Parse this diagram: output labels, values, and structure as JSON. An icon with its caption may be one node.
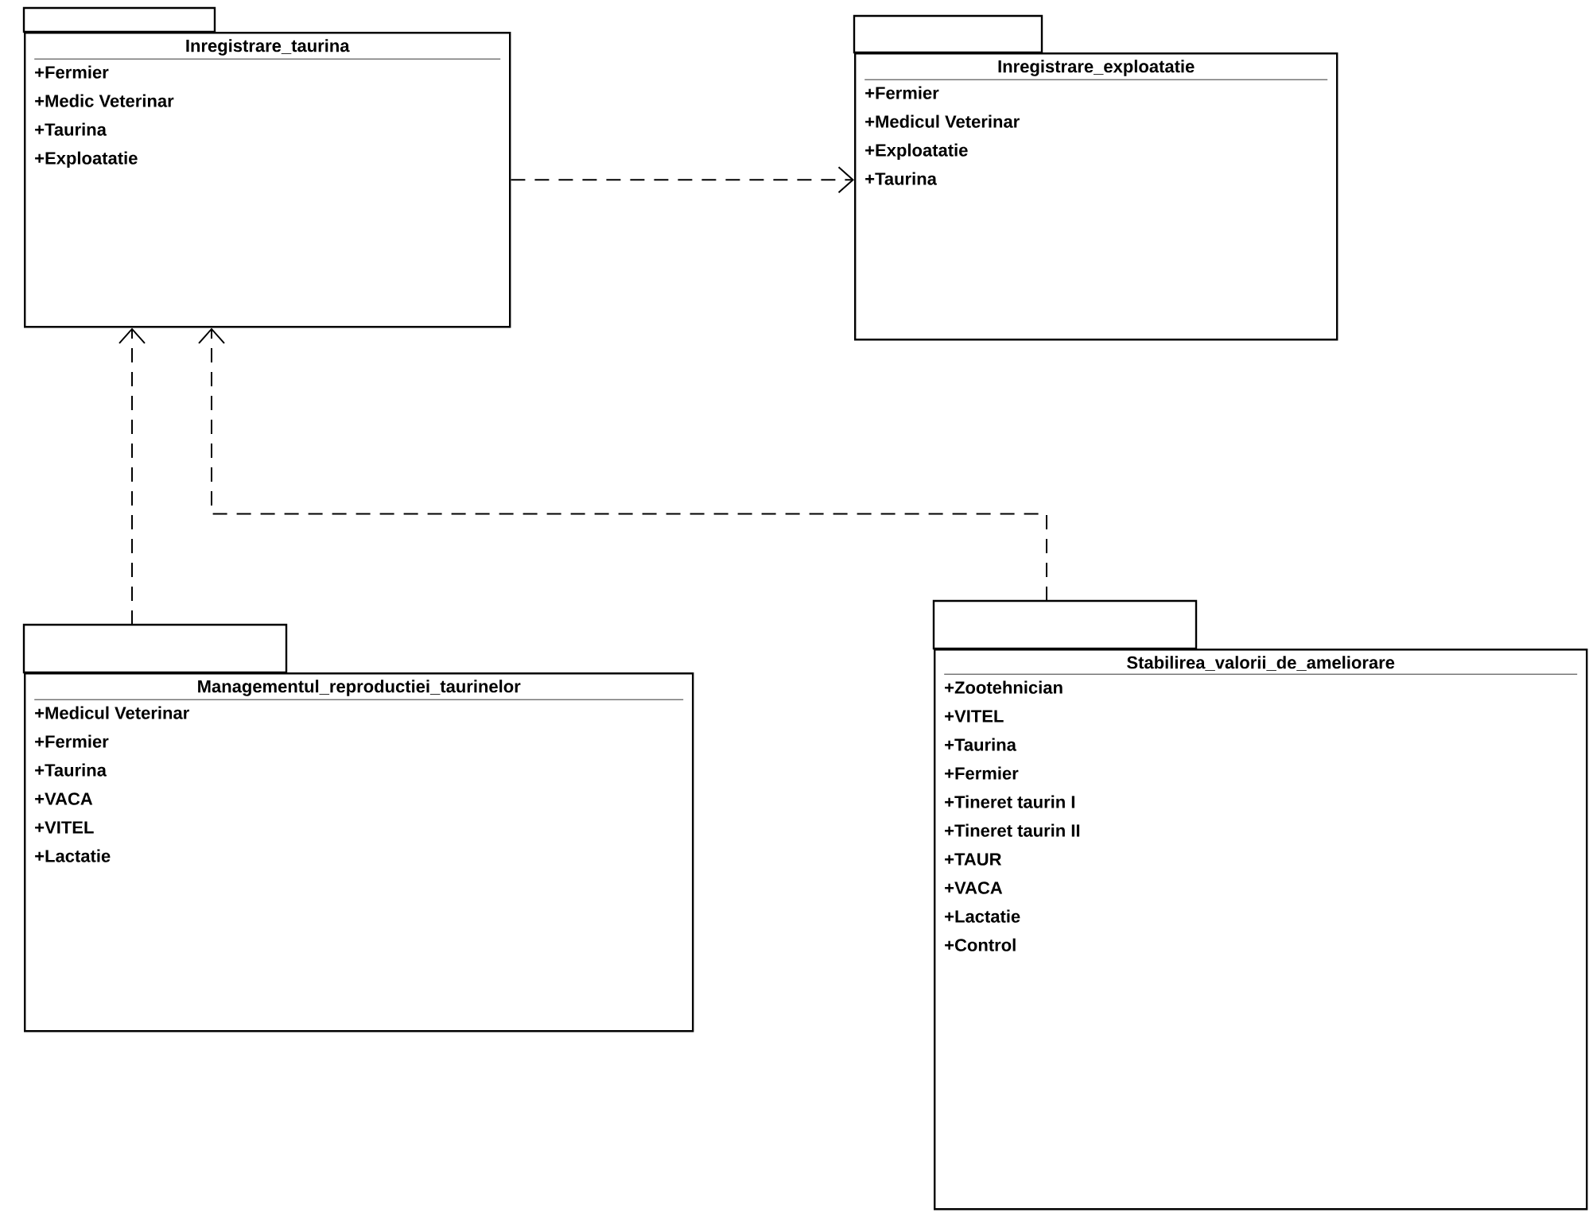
{
  "diagram": {
    "nodes": [
      {
        "text": [
          "Inregistrare_taurina",
          "+Fermier",
          "+Medic Veterinar",
          "+Taurina",
          "+Exploatatie"
        ]
      },
      {
        "text": [
          "Inregistrare_exploatatie",
          "+Fermier",
          "+Medicul Veterinar",
          "+Exploatatie",
          "+Taurina"
        ]
      },
      {
        "text": [
          "Managementul_reproductiei_taurinelor",
          "+Medicul Veterinar",
          "+Fermier",
          "+Taurina",
          "+VACA",
          "+VITEL",
          "+Lactatie"
        ]
      },
      {
        "text": [
          "Stabilirea_valorii_de_ameliorare",
          "+Zootehnician",
          "+VITEL",
          "+Taurina",
          "+Fermier",
          "+Tineret taurin I",
          "+Tineret taurin II",
          "+TAUR",
          "+VACA",
          "+Lactatie",
          "+Control"
        ]
      }
    ],
    "edges": [
      {
        "from": 0,
        "to": 1,
        "arrow": "to",
        "style": "dashed"
      },
      {
        "from": 2,
        "to": 0,
        "arrow": "to",
        "style": "dashed"
      },
      {
        "from": 3,
        "to": 0,
        "arrow": "to",
        "style": "dashed"
      }
    ]
  }
}
